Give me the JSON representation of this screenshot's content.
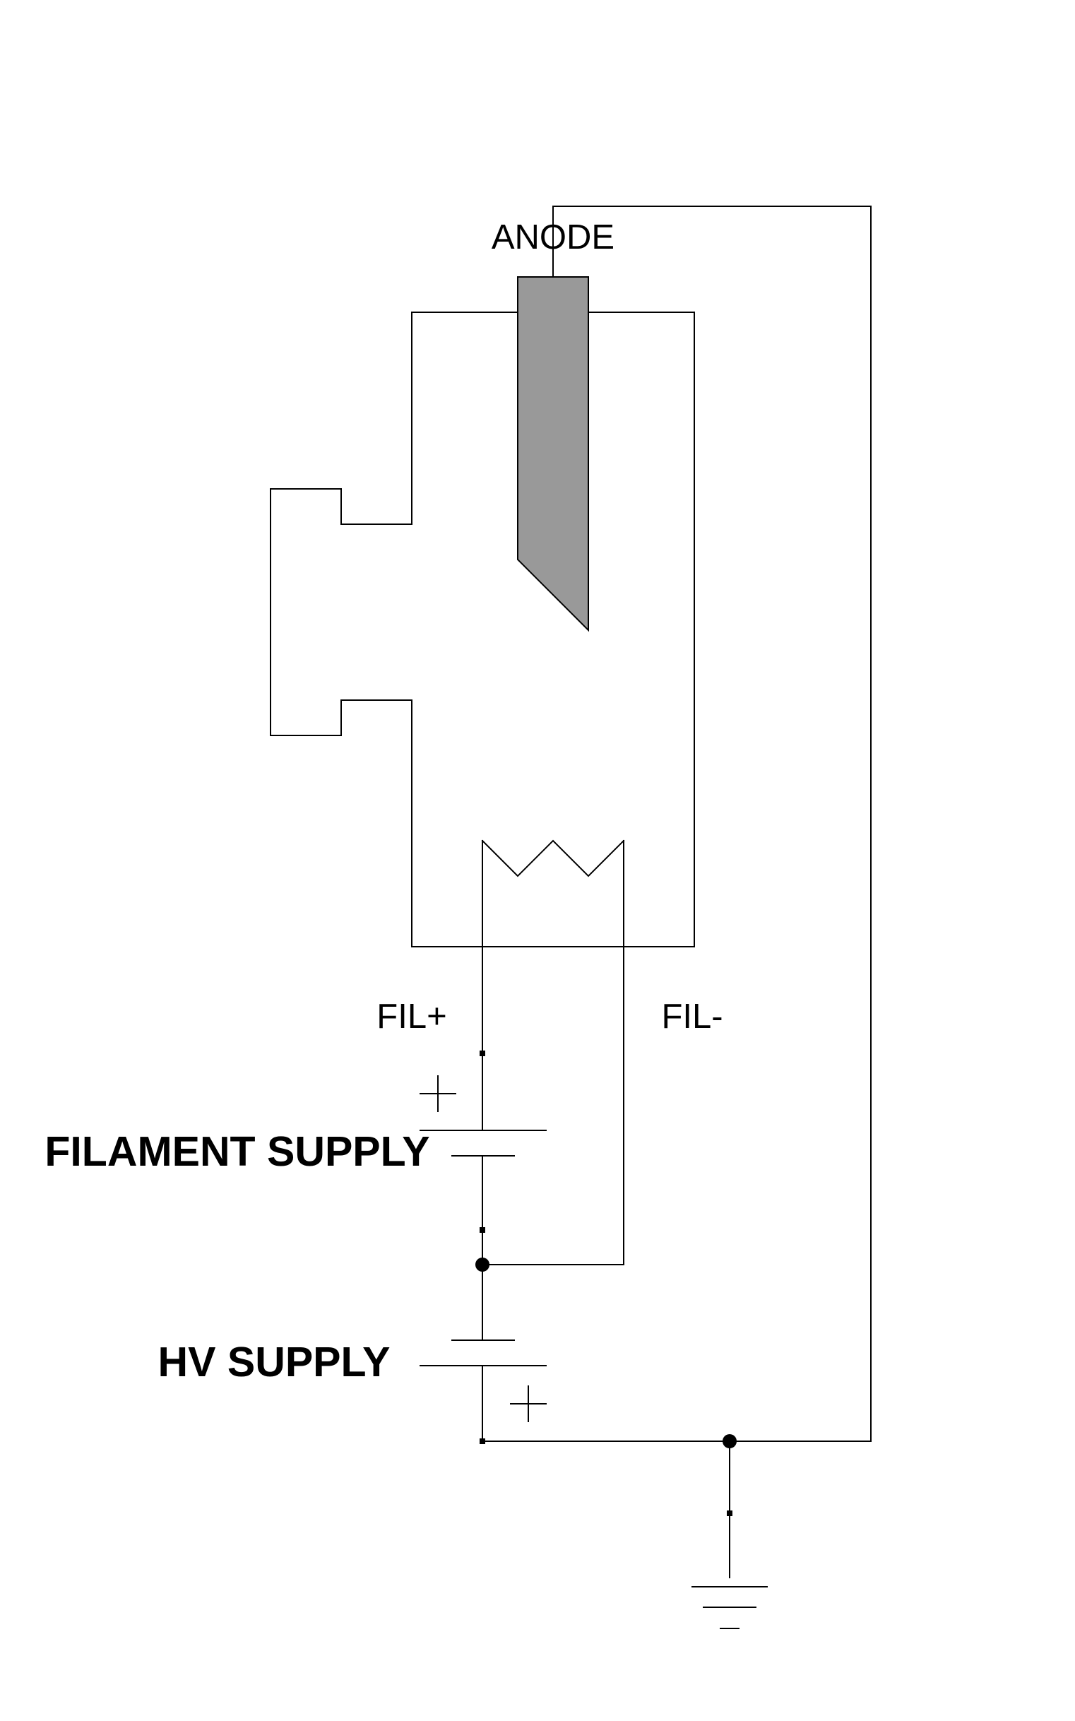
{
  "labels": {
    "anode": "ANODE",
    "fil_plus": "FIL+",
    "fil_minus": "FIL-",
    "filament_supply": "FILAMENT SUPPLY",
    "hv_supply": "HV SUPPLY"
  },
  "colors": {
    "line": "#000000",
    "anode_fill": "#999999",
    "background": "#ffffff"
  }
}
